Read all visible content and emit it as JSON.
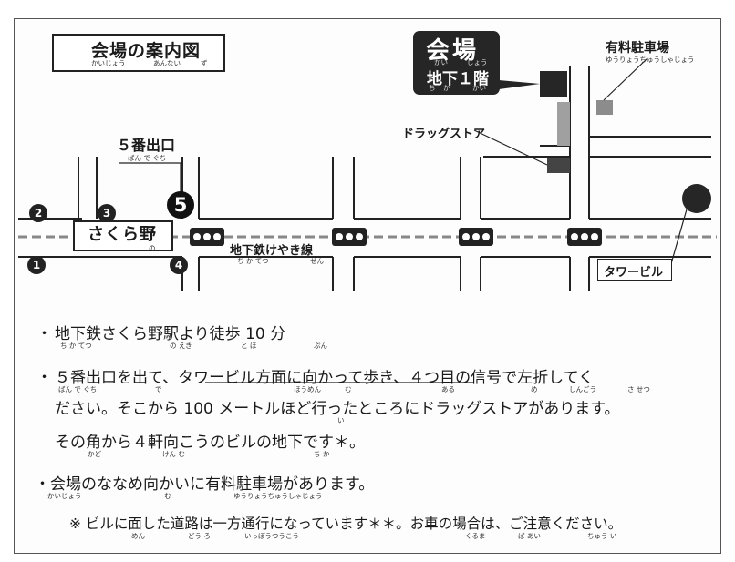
{
  "map": {
    "title": "会場の案内図",
    "title_ruby": [
      "かいじょう",
      "あんない",
      "ず"
    ],
    "venue": {
      "name": "会場",
      "name_ruby": [
        "かい",
        "じょう"
      ],
      "floor": "地下１階",
      "floor_ruby": [
        "ち",
        "か",
        "かい"
      ]
    },
    "parking": {
      "label": "有料駐車場",
      "ruby": "ゆうりょうちゅうしゃじょう"
    },
    "drugstore": "ドラッグストア",
    "exit5": {
      "label": "５番出口",
      "ruby": "ばん で ぐち"
    },
    "station": {
      "name": "さくら野",
      "suffix": "の"
    },
    "subway_line": {
      "label": "地下鉄けやき線",
      "ruby": [
        "ち か てつ",
        "せん"
      ]
    },
    "tower": "タワービル",
    "exit_numbers": [
      "1",
      "2",
      "3",
      "4",
      "5"
    ]
  },
  "directions": {
    "line1": {
      "text": "地下鉄さくら野駅より徒歩 10 分",
      "ruby": [
        "ち か てつ",
        "の えき",
        "と ほ",
        "ぷん"
      ]
    },
    "line2": {
      "text": "５番出口を出て、タワービル方面に向かって歩き、４つ目の信号で左折してく",
      "ruby": [
        "ばん で ぐち",
        "で",
        "ほうめん",
        "む",
        "ある",
        "め",
        "しんごう",
        "さ せつ"
      ]
    },
    "line3": {
      "text": "ださい。そこから 100 メートルほど行ったところにドラッグストアがあります。",
      "ruby": [
        "い"
      ]
    },
    "line4": {
      "text": "その角から４軒向こうのビルの地下です＊。",
      "ruby": [
        "かど",
        "けん む",
        "ち か"
      ]
    },
    "line5": {
      "text": "・会場のななめ向かいに有料駐車場があります。",
      "ruby": [
        "かいじょう",
        "む",
        "ゆうりょうちゅうしゃじょう"
      ]
    },
    "line6": {
      "text": "※ ビルに面した道路は一方通行になっています＊＊。お車の場合は、ご注意ください。",
      "ruby": [
        "めん",
        "どう ろ",
        "いっぽうつうこう",
        "くるま",
        "ば あい",
        "ちゅう い"
      ]
    }
  },
  "colors": {
    "ink": "#1a1a1a",
    "venue_block": "#262626",
    "building_gray": "#9a9a9a"
  }
}
